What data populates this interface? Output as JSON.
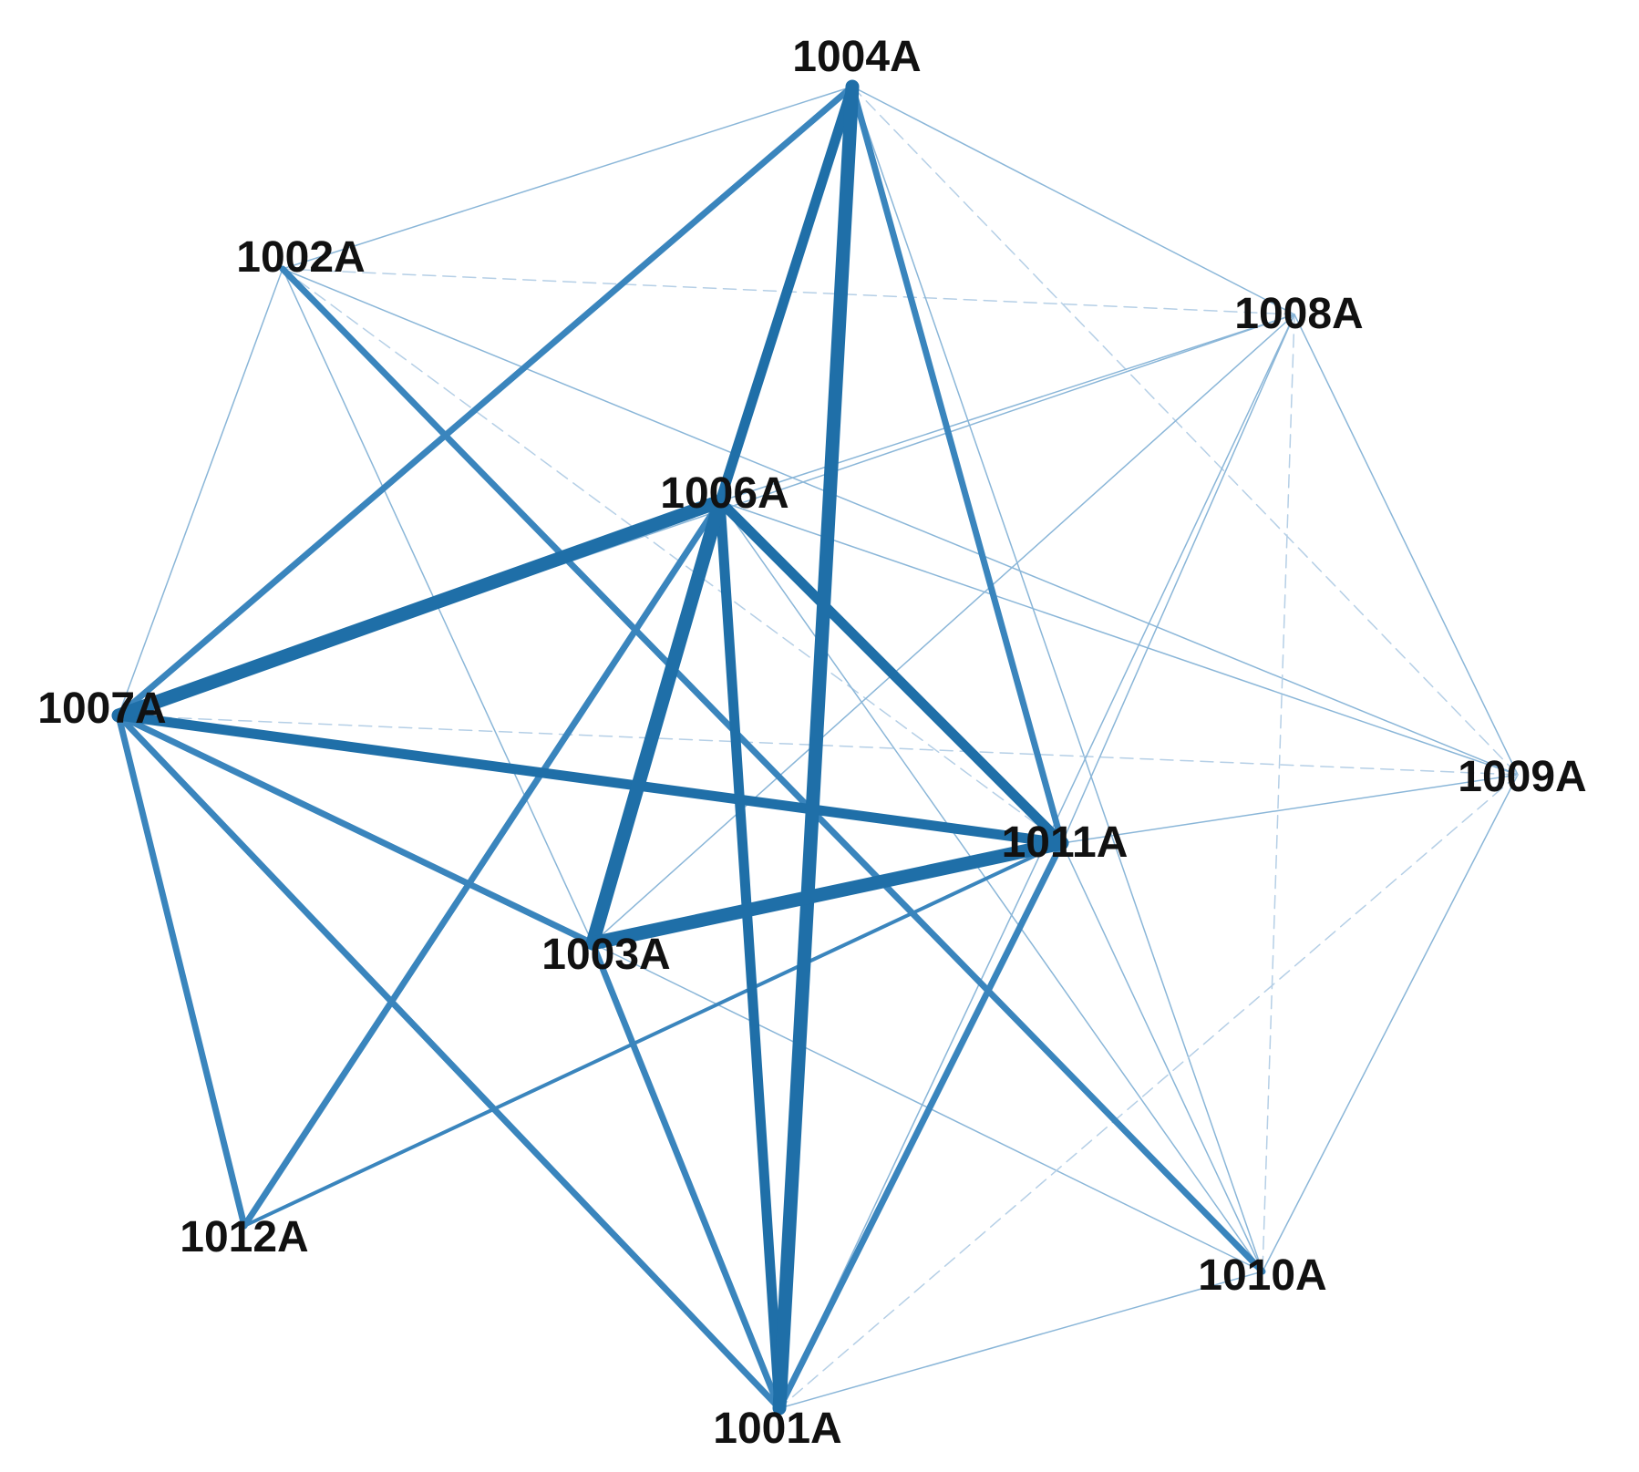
{
  "nodes": [
    {
      "id": "1001A"
    },
    {
      "id": "1002A"
    },
    {
      "id": "1003A"
    },
    {
      "id": "1004A"
    },
    {
      "id": "1006A"
    },
    {
      "id": "1007A"
    },
    {
      "id": "1008A"
    },
    {
      "id": "1009A"
    },
    {
      "id": "1010A"
    },
    {
      "id": "1011A"
    },
    {
      "id": "1012A"
    }
  ],
  "edges": [
    {
      "source": "1004A",
      "target": "1001A",
      "weight": 5,
      "style": "solid"
    },
    {
      "source": "1004A",
      "target": "1006A",
      "weight": 4,
      "style": "solid"
    },
    {
      "source": "1007A",
      "target": "1006A",
      "weight": 5,
      "style": "solid"
    },
    {
      "source": "1006A",
      "target": "1003A",
      "weight": 5,
      "style": "solid"
    },
    {
      "source": "1003A",
      "target": "1011A",
      "weight": 5,
      "style": "solid"
    },
    {
      "source": "1006A",
      "target": "1011A",
      "weight": 4,
      "style": "solid"
    },
    {
      "source": "1007A",
      "target": "1011A",
      "weight": 4,
      "style": "solid"
    },
    {
      "source": "1006A",
      "target": "1001A",
      "weight": 4,
      "style": "solid"
    },
    {
      "source": "1007A",
      "target": "1003A",
      "weight": 3,
      "style": "solid"
    },
    {
      "source": "1007A",
      "target": "1004A",
      "weight": 3,
      "style": "solid"
    },
    {
      "source": "1004A",
      "target": "1011A",
      "weight": 3,
      "style": "solid"
    },
    {
      "source": "1007A",
      "target": "1001A",
      "weight": 3,
      "style": "solid"
    },
    {
      "source": "1011A",
      "target": "1001A",
      "weight": 3,
      "style": "solid"
    },
    {
      "source": "1003A",
      "target": "1001A",
      "weight": 3,
      "style": "solid"
    },
    {
      "source": "1007A",
      "target": "1012A",
      "weight": 3,
      "style": "solid"
    },
    {
      "source": "1006A",
      "target": "1012A",
      "weight": 3,
      "style": "solid"
    },
    {
      "source": "1002A",
      "target": "1010A",
      "weight": 3,
      "style": "solid"
    },
    {
      "source": "1012A",
      "target": "1011A",
      "weight": 2,
      "style": "solid"
    },
    {
      "source": "1007A",
      "target": "1002A",
      "weight": 1,
      "style": "solid"
    },
    {
      "source": "1002A",
      "target": "1004A",
      "weight": 1,
      "style": "solid"
    },
    {
      "source": "1002A",
      "target": "1003A",
      "weight": 1,
      "style": "solid"
    },
    {
      "source": "1002A",
      "target": "1008A",
      "weight": 1,
      "style": "dashed"
    },
    {
      "source": "1002A",
      "target": "1011A",
      "weight": 1,
      "style": "dashed"
    },
    {
      "source": "1002A",
      "target": "1009A",
      "weight": 1,
      "style": "solid"
    },
    {
      "source": "1004A",
      "target": "1008A",
      "weight": 1,
      "style": "solid"
    },
    {
      "source": "1004A",
      "target": "1009A",
      "weight": 1,
      "style": "dashed"
    },
    {
      "source": "1004A",
      "target": "1010A",
      "weight": 1,
      "style": "solid"
    },
    {
      "source": "1006A",
      "target": "1008A",
      "weight": 1,
      "style": "solid"
    },
    {
      "source": "1006A",
      "target": "1009A",
      "weight": 1,
      "style": "solid"
    },
    {
      "source": "1006A",
      "target": "1010A",
      "weight": 1,
      "style": "solid"
    },
    {
      "source": "1007A",
      "target": "1008A",
      "weight": 1,
      "style": "solid"
    },
    {
      "source": "1007A",
      "target": "1009A",
      "weight": 1,
      "style": "dashed"
    },
    {
      "source": "1003A",
      "target": "1008A",
      "weight": 1,
      "style": "solid"
    },
    {
      "source": "1003A",
      "target": "1010A",
      "weight": 1,
      "style": "solid"
    },
    {
      "source": "1008A",
      "target": "1011A",
      "weight": 1,
      "style": "solid"
    },
    {
      "source": "1008A",
      "target": "1010A",
      "weight": 1,
      "style": "dashed"
    },
    {
      "source": "1008A",
      "target": "1009A",
      "weight": 1,
      "style": "solid"
    },
    {
      "source": "1008A",
      "target": "1001A",
      "weight": 1,
      "style": "solid"
    },
    {
      "source": "1011A",
      "target": "1009A",
      "weight": 1,
      "style": "solid"
    },
    {
      "source": "1011A",
      "target": "1010A",
      "weight": 1,
      "style": "solid"
    },
    {
      "source": "1009A",
      "target": "1010A",
      "weight": 1,
      "style": "solid"
    },
    {
      "source": "1009A",
      "target": "1001A",
      "weight": 1,
      "style": "dashed"
    },
    {
      "source": "1010A",
      "target": "1001A",
      "weight": 1,
      "style": "solid"
    }
  ],
  "colors": {
    "edge_strong": "#1f6fa8",
    "edge_medium": "#3a85bd",
    "edge_light": "#8ab6d8",
    "edge_faint": "#b5cfe6",
    "label": "#111111",
    "background": "#ffffff"
  }
}
